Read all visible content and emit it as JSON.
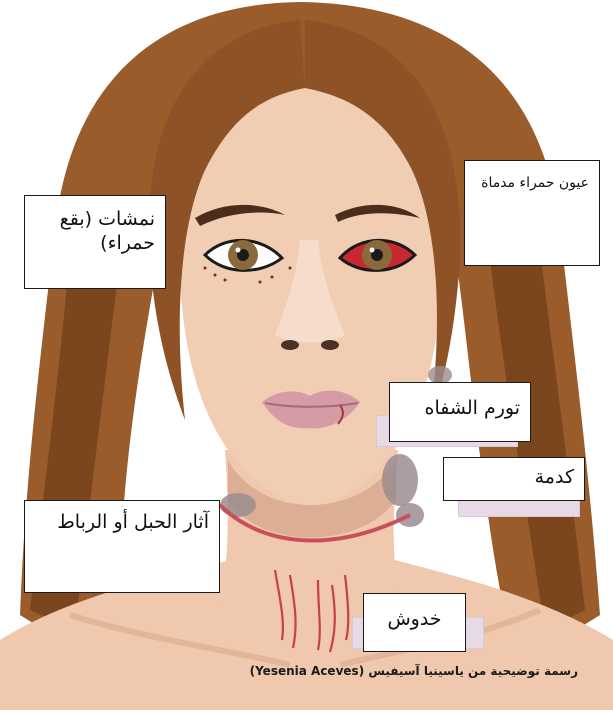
{
  "labels": {
    "red_eyes": "عيون حمراء مدماة",
    "petechiae": "نمشات (بقع حمراء)",
    "lip_swelling": "تورم الشفاه",
    "bruise": "كدمة",
    "rope_marks": "آثار الحبل أو الرباط",
    "scratches": "خدوش"
  },
  "caption": "رسمة توضيحية من ياسينيا آسيفيس (Yesenia Aceves)",
  "colors": {
    "hair": "#9a5c2a",
    "hair_dark": "#6e3f1a",
    "skin": "#efc8ad",
    "skin_shadow": "#dcae93",
    "lips": "#d59ca6",
    "bruise": "#9c8c90",
    "ligature": "#c9505a",
    "scratch": "#c7404a",
    "label_shadow": "#e6dae6"
  }
}
